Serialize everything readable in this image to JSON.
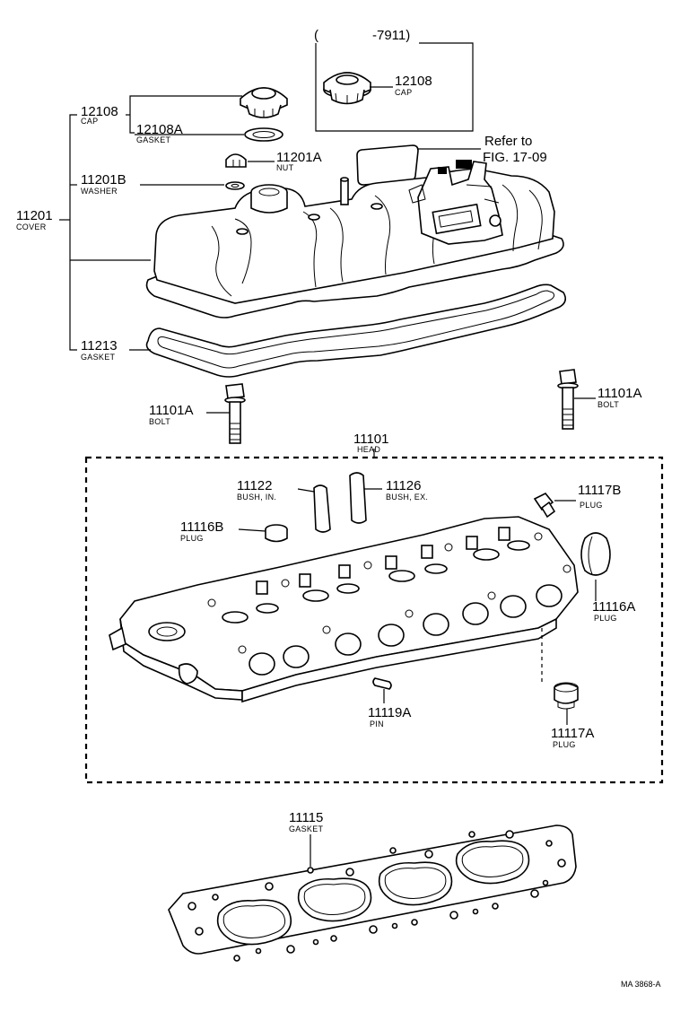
{
  "colors": {
    "ink": "#000000",
    "background": "#ffffff"
  },
  "figure_code": "MA 3868-A",
  "inset": {
    "range_label": "(　　　　-7911)"
  },
  "reference": {
    "line1": "Refer to",
    "line2": "FIG. 17-09"
  },
  "labels": {
    "cap_main": {
      "number": "12108",
      "name": "CAP"
    },
    "cap_inset": {
      "number": "12108",
      "name": "CAP"
    },
    "cap_gasket": {
      "number": "12108A",
      "name": "GASKET"
    },
    "nut": {
      "number": "11201A",
      "name": "NUT"
    },
    "washer": {
      "number": "11201B",
      "name": "WASHER"
    },
    "cover": {
      "number": "11201",
      "name": "COVER"
    },
    "cover_gasket": {
      "number": "11213",
      "name": "GASKET"
    },
    "bolt_left": {
      "number": "11101A",
      "name": "BOLT"
    },
    "bolt_right": {
      "number": "11101A",
      "name": "BOLT"
    },
    "head": {
      "number": "11101",
      "name": "HEAD"
    },
    "bush_in": {
      "number": "11122",
      "name": "BUSH, IN."
    },
    "bush_ex": {
      "number": "11126",
      "name": "BUSH, EX."
    },
    "plug_b_top": {
      "number": "11117B",
      "name": "PLUG"
    },
    "plug_116b": {
      "number": "11116B",
      "name": "PLUG"
    },
    "plug_116a": {
      "number": "11116A",
      "name": "PLUG"
    },
    "pin": {
      "number": "11119A",
      "name": "PIN"
    },
    "plug_117a": {
      "number": "11117A",
      "name": "PLUG"
    },
    "head_gasket": {
      "number": "11115",
      "name": "GASKET"
    }
  }
}
